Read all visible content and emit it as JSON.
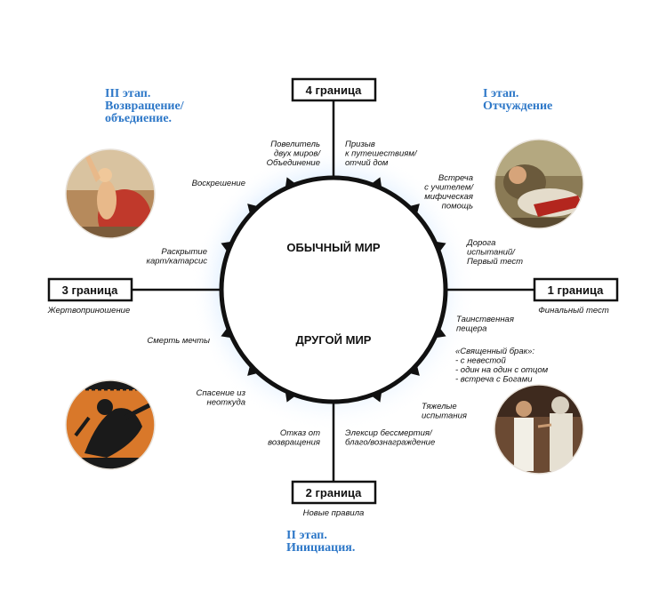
{
  "colors": {
    "accent_blue": "#2e78c8",
    "glow_blue": "#6fb4ff",
    "line": "#111111"
  },
  "stages": [
    {
      "id": "stage3",
      "lines": [
        "III этап.",
        "Возвращение/",
        "объедиение."
      ]
    },
    {
      "id": "stage1",
      "lines": [
        "I этап.",
        "Отчуждение"
      ]
    },
    {
      "id": "stage2",
      "lines": [
        "II этап.",
        "Инициация."
      ]
    }
  ],
  "borders": {
    "top": {
      "label": "4 граница"
    },
    "right": {
      "label": "1 граница",
      "caption": "Финальный тест"
    },
    "bottom": {
      "label": "2 граница",
      "caption": "Новые правила"
    },
    "left": {
      "label": "3 граница",
      "caption": "Жертвоприношение"
    }
  },
  "worlds": {
    "upper": "ОБЫЧНЫЙ МИР",
    "lower": "ДРУГОЙ МИР"
  },
  "steps": [
    {
      "id": "call",
      "lines": [
        "Призыв",
        "к путешествиям/",
        "отчий дом"
      ]
    },
    {
      "id": "mentor",
      "lines": [
        "Встреча",
        "с учителем/",
        "мифическая",
        "помощь"
      ]
    },
    {
      "id": "trials-road",
      "lines": [
        "Дорога",
        "испытаний/",
        "Первый тест"
      ]
    },
    {
      "id": "cave",
      "lines": [
        "Таинственная",
        "пещера"
      ]
    },
    {
      "id": "marriage",
      "lines": [
        "«Священный брак»:",
        "- с невестой",
        "- один на один с отцом",
        "- встреча с Богами"
      ]
    },
    {
      "id": "ordeals",
      "lines": [
        "Тяжелые",
        "испытания"
      ]
    },
    {
      "id": "elixir",
      "lines": [
        "Элексир бессмертия/",
        "благо/вознаграждение"
      ]
    },
    {
      "id": "refusal",
      "lines": [
        "Отказ от",
        "возвращения"
      ]
    },
    {
      "id": "rescue",
      "lines": [
        "Спасение из",
        "неоткуда"
      ]
    },
    {
      "id": "dream-death",
      "lines": [
        "Смерть мечты"
      ]
    },
    {
      "id": "catharsis",
      "lines": [
        "Раскрытие",
        "карт/катарсис"
      ]
    },
    {
      "id": "resurrection",
      "lines": [
        "Воскрешение"
      ]
    },
    {
      "id": "ruler",
      "lines": [
        "Повелитель",
        "двух миров/",
        "Объединение"
      ]
    }
  ],
  "illustrations": [
    {
      "id": "ill-topleft",
      "icon": "prometheus-painting-icon"
    },
    {
      "id": "ill-topright",
      "icon": "resting-man-painting-icon"
    },
    {
      "id": "ill-bottomleft",
      "icon": "greek-vase-painting-icon"
    },
    {
      "id": "ill-bottomright",
      "icon": "greek-elders-painting-icon"
    }
  ]
}
